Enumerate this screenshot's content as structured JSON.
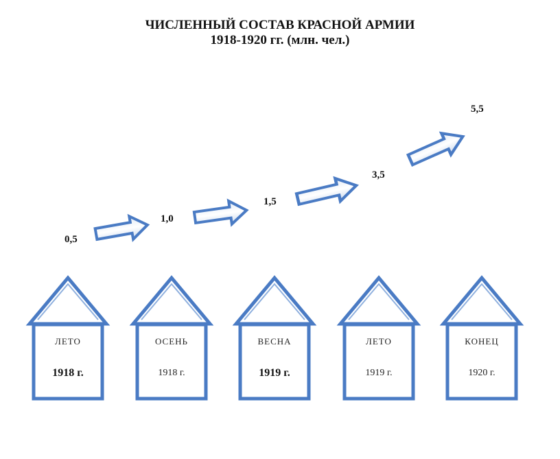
{
  "title_line1": "ЧИСЛЕННЫЙ СОСТАВ КРАСНОЙ АРМИИ",
  "title_line2": "1918-1920 гг. (млн. чел.)",
  "accent_color": "#4a7bc4",
  "values": [
    "0,5",
    "1,0",
    "1,5",
    "3,5",
    "5,5"
  ],
  "houses": [
    {
      "season": "ЛЕТО",
      "year": "1918 г."
    },
    {
      "season": "ОСЕНЬ",
      "year": "1918   г."
    },
    {
      "season": "ВЕСНА",
      "year": "1919 г."
    },
    {
      "season": "ЛЕТО",
      "year": "1919   г."
    },
    {
      "season": "КОНЕЦ",
      "year": "1920   г."
    }
  ]
}
